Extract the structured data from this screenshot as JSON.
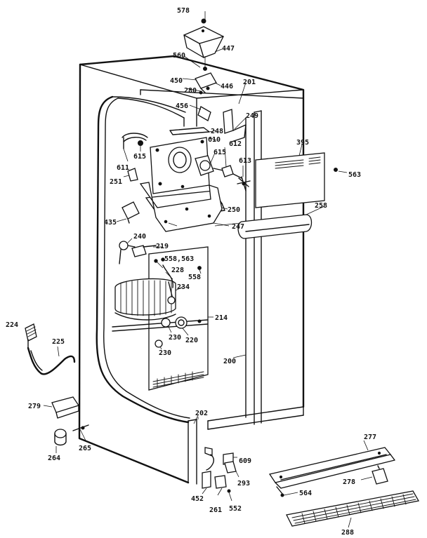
{
  "labels": {
    "p578": "578",
    "p447": "447",
    "p560": "560",
    "p450": "450",
    "p446": "446",
    "p280": "280",
    "p201": "201",
    "p456": "456",
    "p249": "249",
    "p248": "248",
    "p610": "610",
    "p611": "611",
    "p615a": "615",
    "p615b": "615",
    "p612": "612",
    "p613": "613",
    "p395": "395",
    "p563": "563",
    "p251": "251",
    "p250": "250",
    "p435": "435",
    "p247": "247",
    "p258": "258",
    "p240": "240",
    "p219": "219",
    "p558a": "558,563",
    "p228": "228",
    "p558b": "558",
    "p234": "234",
    "p214": "214",
    "p224": "224",
    "p225": "225",
    "p230a": "230",
    "p220": "220",
    "p230b": "230",
    "p200": "200",
    "p279": "279",
    "p202": "202",
    "p264": "264",
    "p265": "265",
    "p277": "277",
    "p609": "609",
    "p278": "278",
    "p293": "293",
    "p564": "564",
    "p452": "452",
    "p261": "261",
    "p552": "552",
    "p288": "288"
  }
}
